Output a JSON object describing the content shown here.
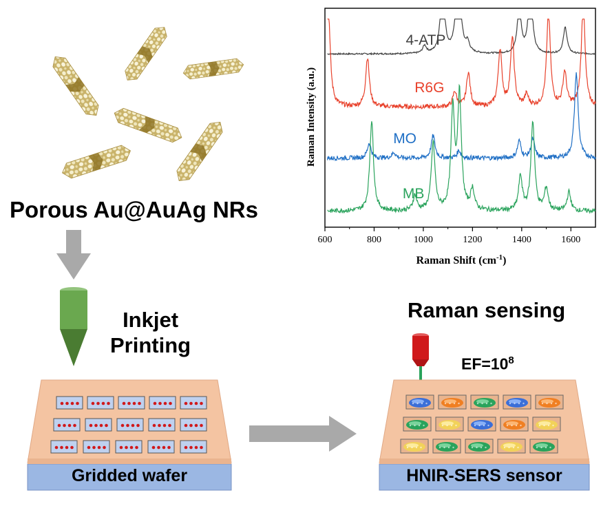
{
  "nanorods": {
    "title": "Porous Au@AuAg NRs"
  },
  "process": {
    "inkjet_line1": "Inkjet",
    "inkjet_line2": "Printing"
  },
  "wafer": {
    "label": "Gridded wafer"
  },
  "sensor": {
    "label": "HNIR-SERS sensor",
    "sensing_title": "Raman sensing",
    "ef_prefix": "EF=10",
    "ef_exponent": "8"
  },
  "colors": {
    "wafer_top": "#f4c4a2",
    "wafer_base": "#9bb7e3",
    "arrow_gray": "#a9a9a9",
    "nozzle_green": "#6aa84f",
    "laser_red": "#d0191b",
    "series_4atp": "#404040",
    "series_r6g": "#e8412b",
    "series_mo": "#1f6fc5",
    "series_mb": "#2aa35c"
  },
  "chart_data": {
    "type": "line",
    "xlabel": "Raman Shift (cm",
    "xlabel_sup": "-1",
    "xlabel_end": ")",
    "ylabel": "Raman Intensity (a.u.)",
    "xlim": [
      600,
      1700
    ],
    "x_ticks": [
      600,
      800,
      1000,
      1200,
      1400,
      1600
    ],
    "series": [
      {
        "name": "4-ATP",
        "color": "#404040",
        "baseline": 0.88,
        "peaks": [
          [
            1078,
            0.42
          ],
          [
            1142,
            0.62
          ],
          [
            1180,
            0.05
          ],
          [
            1390,
            0.26
          ],
          [
            1435,
            0.4
          ],
          [
            1577,
            0.14
          ],
          [
            1005,
            0.04
          ]
        ]
      },
      {
        "name": "R6G",
        "color": "#e8412b",
        "baseline": 0.6,
        "peaks": [
          [
            612,
            0.65
          ],
          [
            773,
            0.26
          ],
          [
            1128,
            0.08
          ],
          [
            1183,
            0.18
          ],
          [
            1312,
            0.3
          ],
          [
            1362,
            0.36
          ],
          [
            1509,
            0.5
          ],
          [
            1575,
            0.18
          ],
          [
            1650,
            0.55
          ],
          [
            1420,
            0.06
          ]
        ]
      },
      {
        "name": "MO",
        "color": "#1f6fc5",
        "baseline": 0.33,
        "peaks": [
          [
            780,
            0.08
          ],
          [
            1040,
            0.12
          ],
          [
            1145,
            0.04
          ],
          [
            1390,
            0.09
          ],
          [
            1445,
            0.1
          ],
          [
            1622,
            0.45
          ],
          [
            880,
            0.03
          ]
        ]
      },
      {
        "name": "MB",
        "color": "#2aa35c",
        "baseline": 0.05,
        "peaks": [
          [
            790,
            0.48
          ],
          [
            966,
            0.08
          ],
          [
            1040,
            0.36
          ],
          [
            1120,
            0.52
          ],
          [
            1147,
            0.6
          ],
          [
            1200,
            0.11
          ],
          [
            1395,
            0.18
          ],
          [
            1445,
            0.47
          ],
          [
            1500,
            0.12
          ],
          [
            1592,
            0.1
          ]
        ]
      }
    ]
  }
}
